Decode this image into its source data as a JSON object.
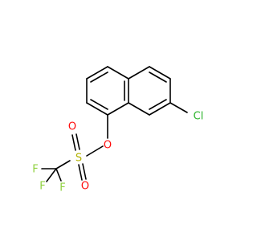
{
  "molecule": {
    "atoms": {
      "chlorine": "Cl",
      "oxygen_ester": "O",
      "sulfur": "S",
      "oxygen_top": "O",
      "oxygen_bottom": "O",
      "fluorine_left": "F",
      "fluorine_bottom_left": "F",
      "fluorine_bottom": "F"
    },
    "colors": {
      "bond": "#000000",
      "chlorine": "#2ab22a",
      "oxygen": "#ff0d0d",
      "sulfur": "#b2b200",
      "fluorine": "#8fd13f"
    }
  }
}
